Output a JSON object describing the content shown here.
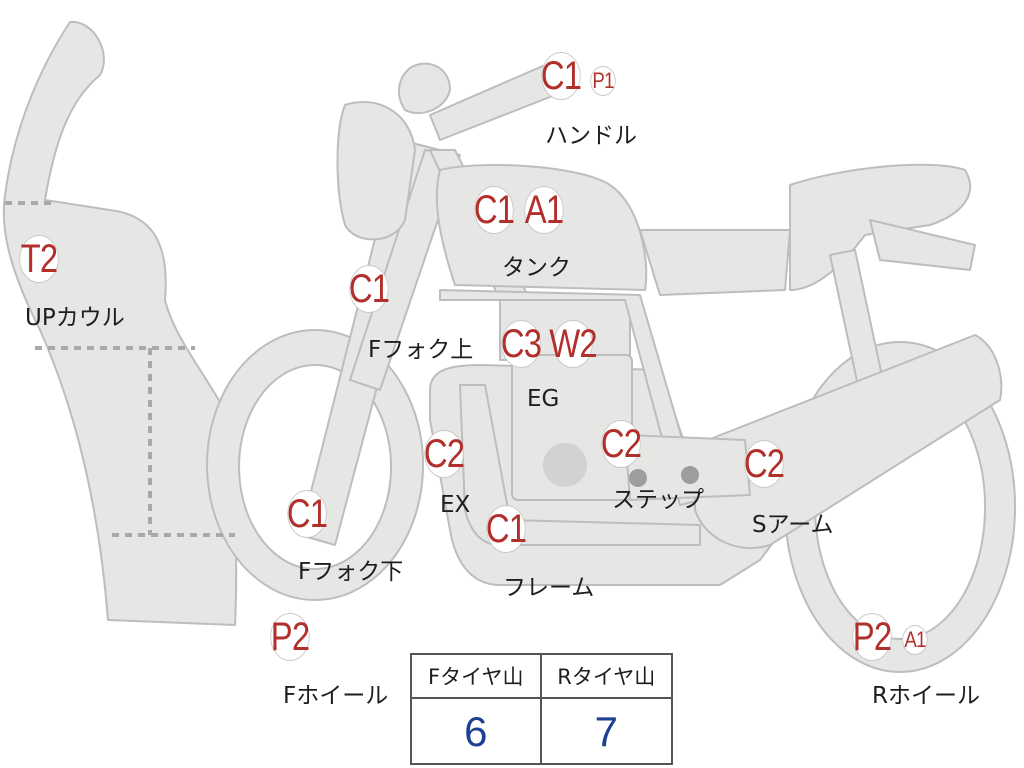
{
  "parts": [
    {
      "id": "handle",
      "label": "ハンドル",
      "badges": [
        "C1",
        "P1"
      ]
    },
    {
      "id": "tank",
      "label": "タンク",
      "badges": [
        "C1",
        "A1"
      ]
    },
    {
      "id": "upcowl",
      "label": "UPカウル",
      "badges": [
        "T2"
      ]
    },
    {
      "id": "ffork-upper",
      "label": "Fフォク上",
      "badges": [
        "C1"
      ]
    },
    {
      "id": "engine",
      "label": "EG",
      "badges": [
        "C3",
        "W2"
      ]
    },
    {
      "id": "exhaust",
      "label": "EX",
      "badges": [
        "C2"
      ]
    },
    {
      "id": "step",
      "label": "ステップ",
      "badges": [
        "C2"
      ]
    },
    {
      "id": "swingarm",
      "label": "Sアーム",
      "badges": [
        "C2"
      ]
    },
    {
      "id": "ffork-lower",
      "label": "Fフォク下",
      "badges": [
        "C1"
      ]
    },
    {
      "id": "frame",
      "label": "フレーム",
      "badges": [
        "C1"
      ]
    },
    {
      "id": "fwheel",
      "label": "Fホイール",
      "badges": [
        "P2"
      ]
    },
    {
      "id": "rwheel",
      "label": "Rホイール",
      "badges": [
        "P2",
        "A1"
      ]
    }
  ],
  "tread_table": {
    "front_header": "Fタイヤ山",
    "rear_header": "Rタイヤ山",
    "front_value": "6",
    "rear_value": "7"
  },
  "colors": {
    "body_fill": "#e6e6e4",
    "outline": "#bdbdbd",
    "badge_text": "#b2302c",
    "value_text": "#1f3f93",
    "dashed_line": "#a9a9a9"
  }
}
